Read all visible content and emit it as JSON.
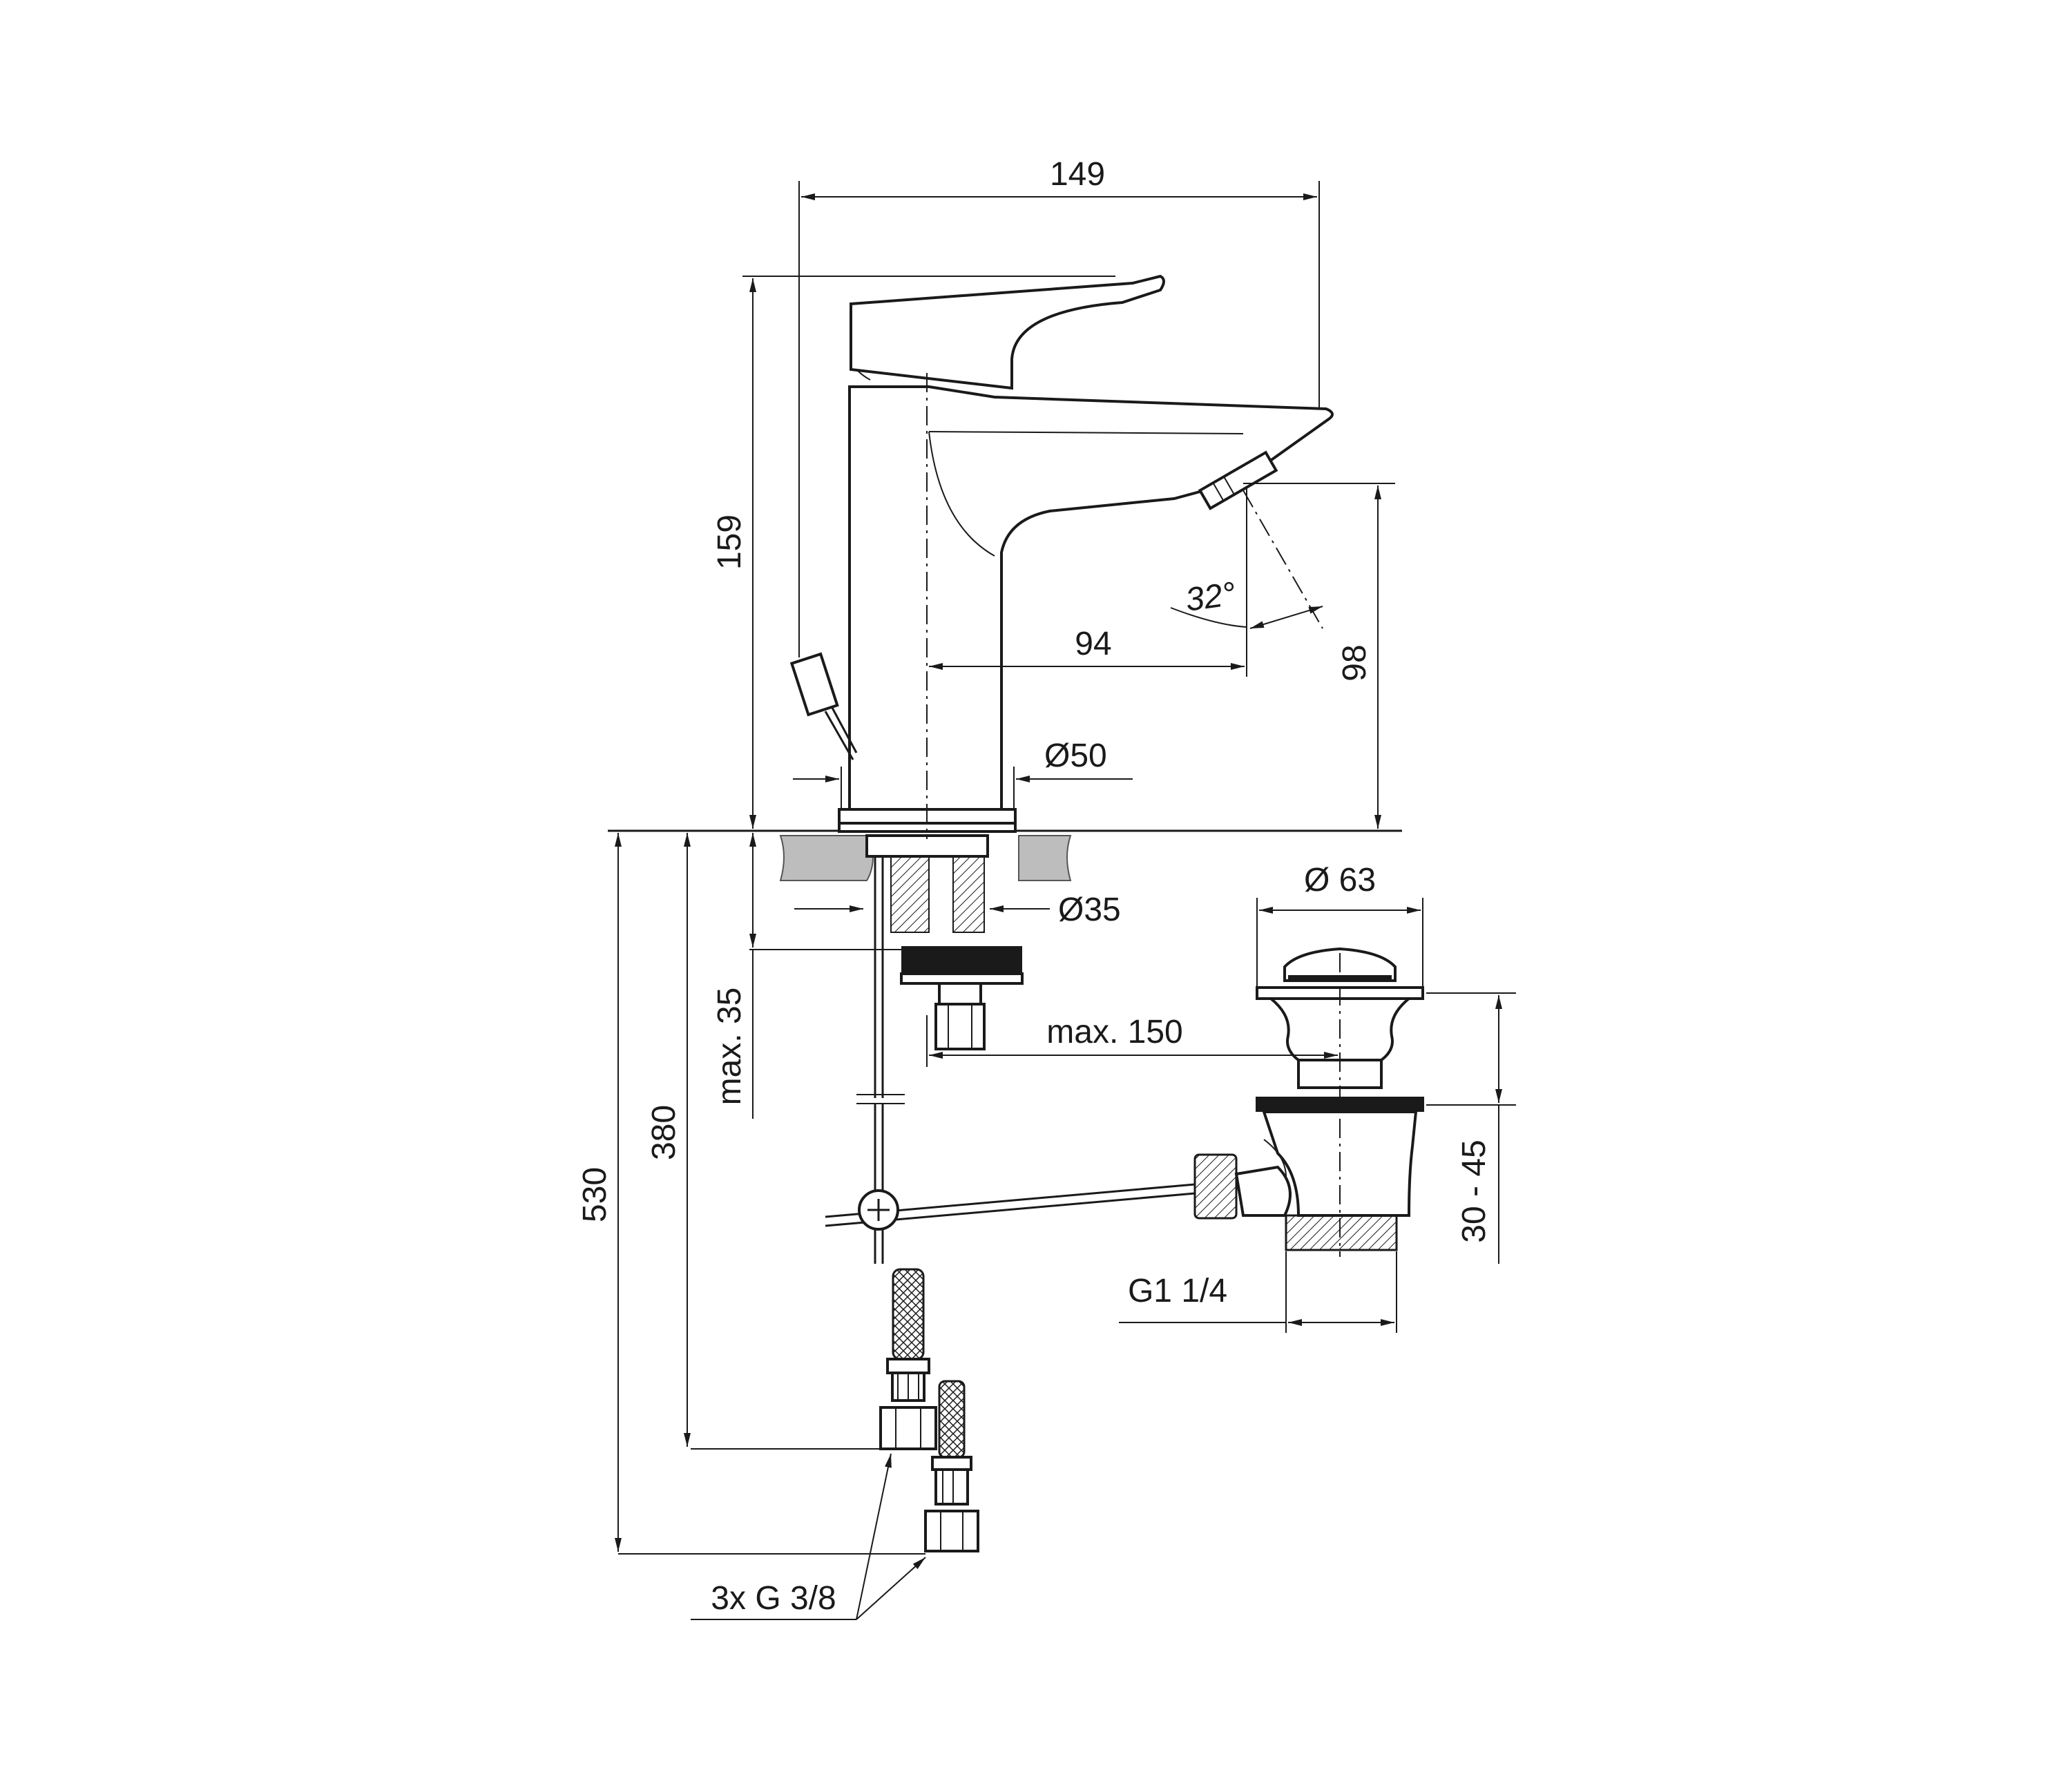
{
  "colors": {
    "line": "#1a1a1a",
    "background": "#ffffff",
    "countertop": "#bdbdbd"
  },
  "dimensions": {
    "overall_width": "149",
    "overall_height": "159",
    "spout_reach": "94",
    "spout_height": "98",
    "spray_angle": "32°",
    "base_diameter": "Ø50",
    "shank_diameter": "Ø35",
    "max_counter_thickness": "max. 35",
    "max_waste_distance": "max. 150",
    "waste_diameter": "Ø 63",
    "waste_height_range": "30 - 45",
    "waste_thread": "G1 1/4",
    "hose_length_short": "380",
    "hose_length_long": "530",
    "connections": "3x G 3/8"
  }
}
